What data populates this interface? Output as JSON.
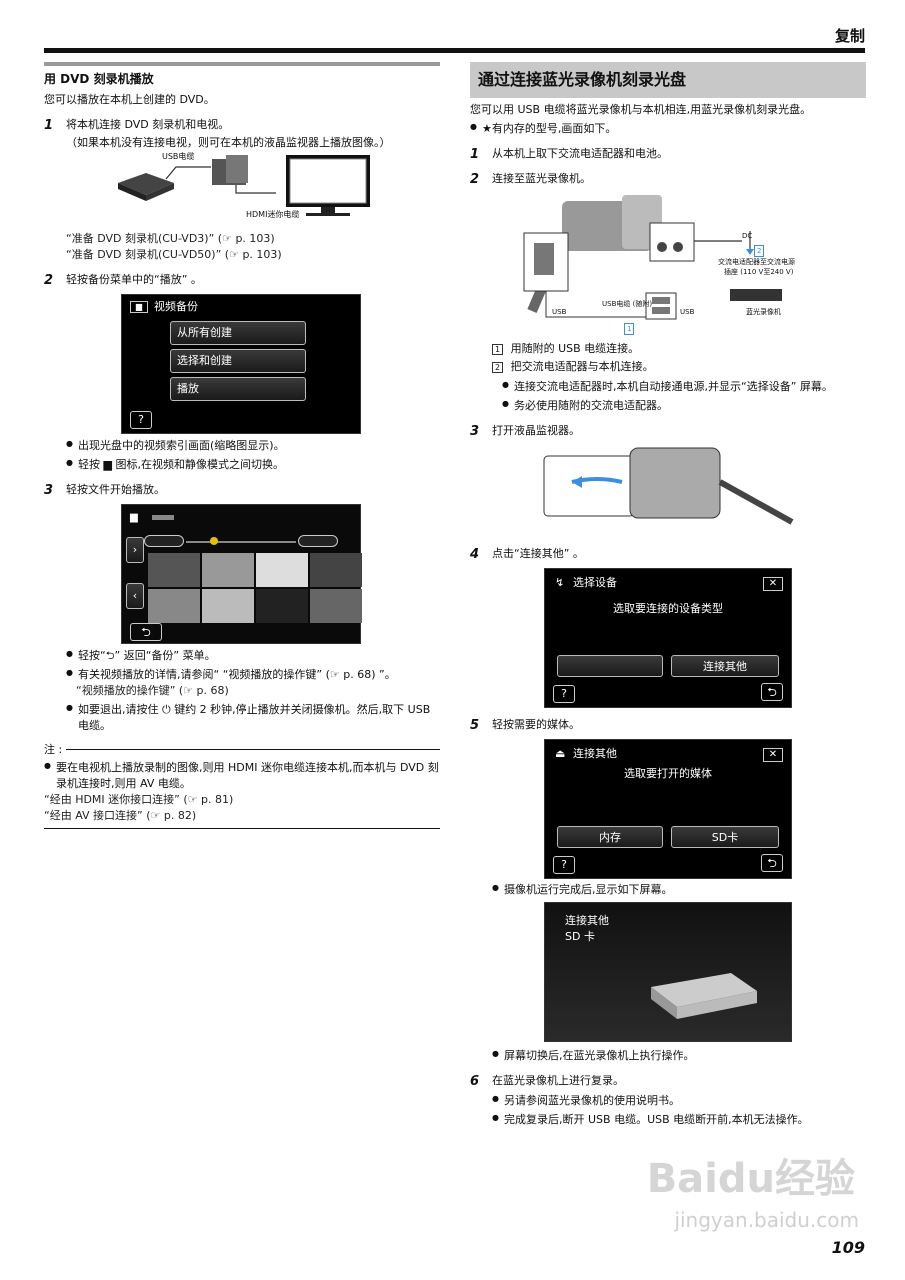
{
  "header": {
    "section_title": "复制"
  },
  "left": {
    "title": "用 DVD 刻录机播放",
    "intro": "您可以播放在本机上创建的 DVD。",
    "step1": {
      "num": "1",
      "text": "将本机连接 DVD 刻录机和电视。",
      "note": "（如果本机没有连接电视，则可在本机的液晶监视器上播放图像。）",
      "diagram_usb_label": "USB电缆",
      "diagram_hdmi_label": "HDMI迷你电缆",
      "ref1": "“准备 DVD 刻录机(CU-VD3)” (☞ p. 103)",
      "ref2": "“准备 DVD 刻录机(CU-VD50)” (☞ p. 103)"
    },
    "step2": {
      "num": "2",
      "text": "轻按备份菜单中的“播放” 。",
      "screen_title": "视频备份",
      "menu": [
        "从所有创建",
        "选择和创建",
        "播放"
      ],
      "help": "?",
      "bullets": [
        "出现光盘中的视频索引画面(缩略图显示)。",
        "轻按 ▆ 图标,在视频和静像模式之间切换。"
      ]
    },
    "step3": {
      "num": "3",
      "text": "轻按文件开始播放。",
      "bullets": [
        "轻按“⮌” 返回“备份” 菜单。",
        "有关视频播放的详情,请参阅“ “视频播放的操作键” (☞ p. 68) ”。"
      ],
      "ref": "“视频播放的操作键” (☞ p. 68)",
      "bullet3": "如要退出,请按住 ⏻ 键约 2 秒钟,停止播放并关闭摄像机。然后,取下 USB 电缆。"
    },
    "note": {
      "label": "注 :",
      "bullet": "要在电视机上播放录制的图像,则用 HDMI 迷你电缆连接本机,而本机与 DVD 刻录机连接时,则用 AV 电缆。",
      "ref1": "“经由 HDMI 迷你接口连接” (☞ p. 81)",
      "ref2": "“经由 AV 接口连接” (☞ p. 82)"
    }
  },
  "right": {
    "title": "通过连接蓝光录像机刻录光盘",
    "intro": "您可以用 USB 电缆将蓝光录像机与本机相连,用蓝光录像机刻录光盘。",
    "intro_bullet": "★有内存的型号,画面如下。",
    "step1": {
      "num": "1",
      "text": "从本机上取下交流电适配器和电池。"
    },
    "step2": {
      "num": "2",
      "text": "连接至蓝光录像机。",
      "diagram": {
        "dc": "DC",
        "adapter_label": "交流电适配器至交流电源",
        "adapter_sub": "插座 (110 V至240 V)",
        "usb_cable": "USB电缆 (随附)",
        "usb_left": "USB",
        "usb_right": "USB",
        "recorder": "蓝光录像机",
        "marker1": "1",
        "marker2": "2"
      },
      "list": [
        "用随附的 USB 电缆连接。",
        "把交流电适配器与本机连接。"
      ],
      "list_nums": [
        "1",
        "2"
      ],
      "bullets": [
        "连接交流电适配器时,本机自动接通电源,并显示“选择设备” 屏幕。",
        "务必使用随附的交流电适配器。"
      ]
    },
    "step3": {
      "num": "3",
      "text": "打开液晶监视器。"
    },
    "step4": {
      "num": "4",
      "text": "点击“连接其他” 。",
      "screen_title": "选择设备",
      "screen_prompt": "选取要连接的设备类型",
      "btn_left": "",
      "btn_right": "连接其他",
      "help": "?",
      "close": "✕"
    },
    "step5": {
      "num": "5",
      "text": "轻按需要的媒体。",
      "screen_title": "连接其他",
      "screen_prompt": "选取要打开的媒体",
      "btn_left": "内存",
      "btn_right": "SD卡",
      "help": "?",
      "close": "✕",
      "bullet": "摄像机运行完成后,显示如下屏幕。",
      "result_line1": "连接其他",
      "result_line2": "SD 卡",
      "bullet2": "屏幕切换后,在蓝光录像机上执行操作。"
    },
    "step6": {
      "num": "6",
      "text": "在蓝光录像机上进行复录。",
      "bullets": [
        "另请参阅蓝光录像机的使用说明书。",
        "完成复录后,断开 USB 电缆。USB 电缆断开前,本机无法操作。"
      ]
    }
  },
  "watermark": {
    "brand": "Baidu经验",
    "url": "jingyan.baidu.com"
  },
  "page_number": "109"
}
